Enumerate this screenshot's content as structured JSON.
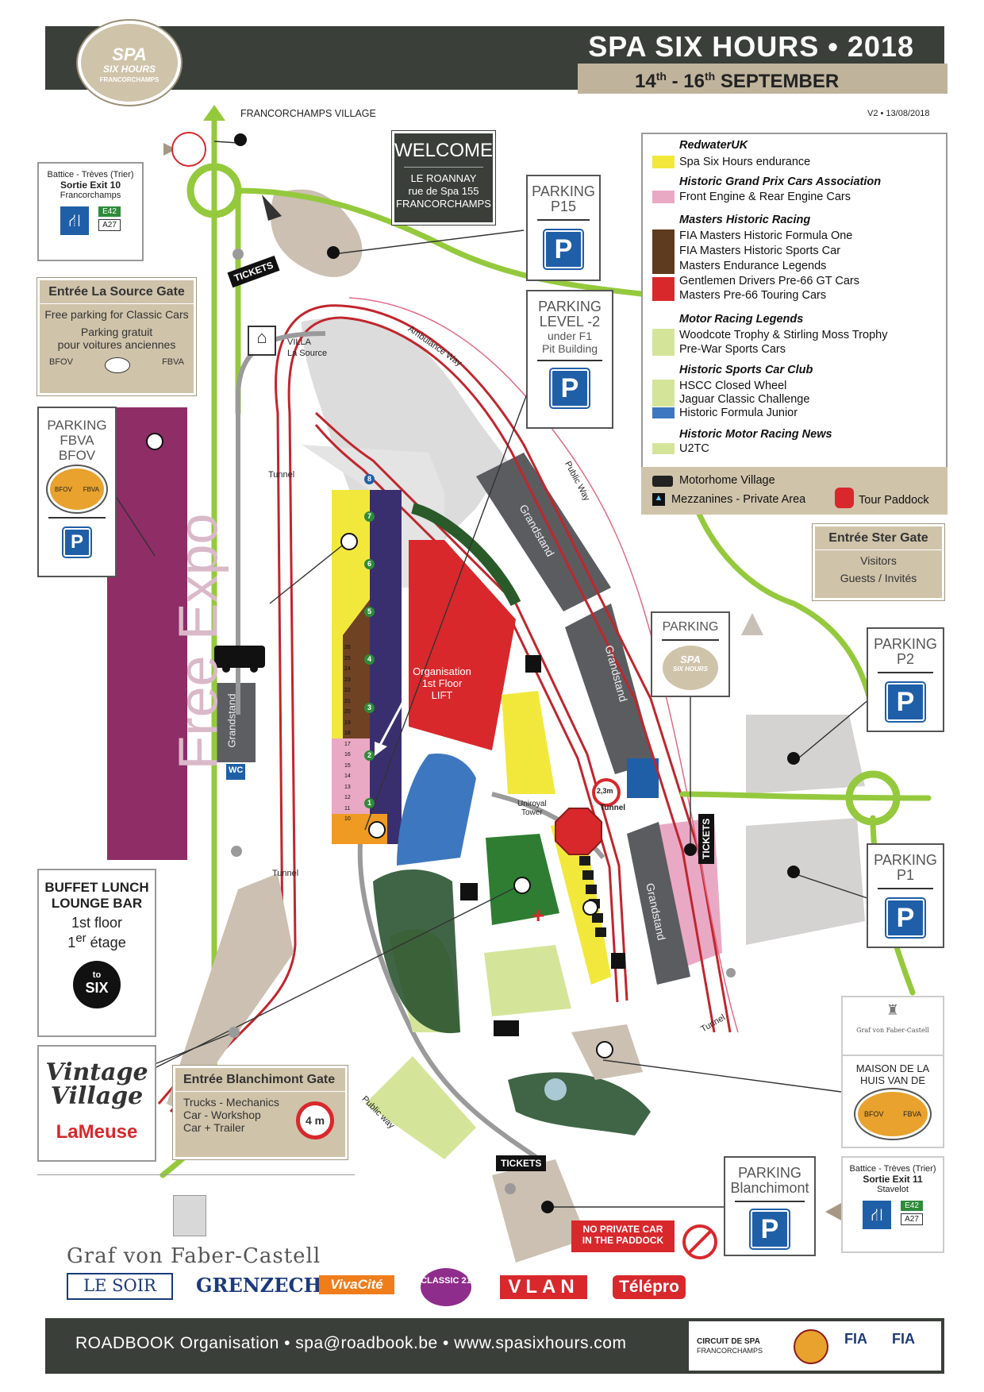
{
  "header": {
    "title": "SPA SIX HOURS • 2018",
    "dates_start": "14",
    "dates_start_sup": "th",
    "dates_mid": " - 16",
    "dates_end_sup": "th",
    "dates_month": " SEPTEMBER",
    "logo_line1": "SPA",
    "logo_line2": "SIX HOURS",
    "logo_line3": "FRANCORCHAMPS"
  },
  "top_labels": {
    "village": "FRANCORCHAMPS  VILLAGE",
    "version": "V2  • 13/08/2018"
  },
  "exit_north": {
    "line1": "Battice - Trèves (Trier)",
    "line2": "Sortie Exit 10",
    "line3": "Francorchamps",
    "road1": "E42",
    "road2": "A27"
  },
  "exit_south": {
    "line1": "Battice - Trèves (Trier)",
    "line2": "Sortie Exit 11",
    "line3": "Stavelot",
    "road1": "E42",
    "road2": "A27"
  },
  "welcome": {
    "title": "WELCOME",
    "line1": "LE ROANNAY",
    "line2": "rue de Spa 155",
    "line3": "FRANCORCHAMPS"
  },
  "parking_p15": {
    "label1": "PARKING",
    "label2": "P15",
    "icon": "P"
  },
  "parking_level": {
    "label1": "PARKING",
    "label2": "LEVEL -2",
    "label3": "under F1",
    "label4": "Pit Building",
    "icon": "P"
  },
  "parking_fbva": {
    "label1": "PARKING",
    "label2": "FBVA",
    "label3": "BFOV",
    "badge_left": "BFOV",
    "badge_right": "FBVA",
    "icon": "P"
  },
  "parking_spa": {
    "label1": "PARKING",
    "badge1": "SPA",
    "badge2": "SIX HOURS"
  },
  "parking_p2": {
    "label1": "PARKING",
    "label2": "P2",
    "icon": "P"
  },
  "parking_p1": {
    "label1": "PARKING",
    "label2": "P1",
    "icon": "P"
  },
  "parking_blanchimont": {
    "label1": "PARKING",
    "label2": "Blanchimont",
    "icon": "P"
  },
  "la_source_gate": {
    "title": "Entrée La Source Gate",
    "line1": "Free parking for Classic Cars",
    "line2": "Parking gratuit",
    "line3": "pour voitures anciennes",
    "left": "BFOV",
    "right": "FBVA"
  },
  "ster_gate": {
    "title": "Entrée Ster Gate",
    "line1": "Visitors",
    "line2": "Guests / Invités"
  },
  "blanchimont_gate": {
    "title": "Entrée Blanchimont Gate",
    "line1": "Trucks - Mechanics",
    "line2": "Car - Workshop",
    "line3": "Car + Trailer",
    "sign": "4 m"
  },
  "buffet": {
    "line1": "BUFFET LUNCH",
    "line2": "LOUNGE BAR",
    "line3": "1st floor",
    "line4_a": "1",
    "line4_sup": "er",
    "line4_b": " étage",
    "logo_top": "to",
    "logo_main": "SIX"
  },
  "vintage": {
    "line1": "Vintage",
    "line2": "Village",
    "sponsor": "LaMeuse"
  },
  "maison": {
    "line1": "MAISON DE LA",
    "line2": "HUIS VAN DE",
    "left": "BFOV",
    "right": "FBVA"
  },
  "graf_small": "Graf von Faber-Castell",
  "graf_big": "Graf von Faber-Castell",
  "legend": {
    "g1_title": "RedwaterUK",
    "g1_items": [
      "Spa Six Hours endurance"
    ],
    "g2_title": "Historic Grand Prix Cars Association",
    "g2_items": [
      "Front Engine & Rear Engine Cars"
    ],
    "g3_title": "Masters Historic Racing",
    "g3_items": [
      "FIA Masters Historic Formula One",
      "FIA Masters Historic Sports Car",
      "Masters Endurance Legends",
      "Gentlemen Drivers Pre-66 GT Cars",
      "Masters Pre-66 Touring Cars"
    ],
    "g4_title": "Motor Racing Legends",
    "g4_items": [
      "Woodcote Trophy & Stirling Moss Trophy",
      "Pre-War Sports Cars"
    ],
    "g5_title": "Historic Sports Car Club",
    "g5_items": [
      "HSCC Closed Wheel",
      "Jaguar Classic Challenge",
      "Historic Formula Junior"
    ],
    "g6_title": "Historic Motor Racing News",
    "g6_items": [
      "U2TC"
    ],
    "foot1": "Motorhome Village",
    "foot2": "Mezzanines - Private Area",
    "foot3": "Tour Paddock",
    "colors": {
      "yellow": "#f2e83c",
      "pink": "#e9a9c4",
      "brown_dark": "#5e3a1e",
      "brown": "#7a4a28",
      "red": "#d8282c",
      "lime": "#d4e59a",
      "blue": "#3d77bf",
      "purple": "#3a2f6e",
      "grey": "#5a5c60",
      "road_green": "#95c93d",
      "track_red": "#c0262d"
    }
  },
  "map_labels": {
    "tickets": "TICKETS",
    "villa1": "VILLA",
    "villa2": "La Source",
    "ambulance": "Ambulance Way",
    "public_way": "Public Way",
    "public_way2": "Public way",
    "tunnel": "Tunnel",
    "grandstand": "Grandstand",
    "free_expo": "Free Expo",
    "wc": "WC",
    "org1": "Organisation",
    "org2": "1st Floor",
    "org3": "LIFT",
    "uniroyal1": "Uniroyal",
    "uniroyal2": "Tower",
    "height_sign": "2,3m",
    "no_private1": "NO PRIVATE  CAR",
    "no_private2": "IN THE PADDOCK",
    "cross": "+",
    "pit_numbers": [
      "8",
      "7",
      "6",
      "5",
      "4",
      "3",
      "2",
      "1"
    ],
    "box_numbers": [
      "26",
      "25",
      "24",
      "23",
      "22",
      "21",
      "20",
      "19",
      "18",
      "17",
      "16",
      "15",
      "14",
      "13",
      "12",
      "11",
      "10"
    ]
  },
  "sponsors": [
    "LE SOIR",
    "GRENZECHO",
    "VivaCité",
    "CLASSIC 21",
    "VLAN",
    "Télépro"
  ],
  "footer": {
    "text": "ROADBOOK Organisation • spa@roadbook.be • www.spasixhours.com",
    "circuit1": "CIRCUIT DE SPA",
    "circuit2": "FRANCORCHAMPS",
    "fia1": "FIA",
    "fia2": "FIA"
  }
}
